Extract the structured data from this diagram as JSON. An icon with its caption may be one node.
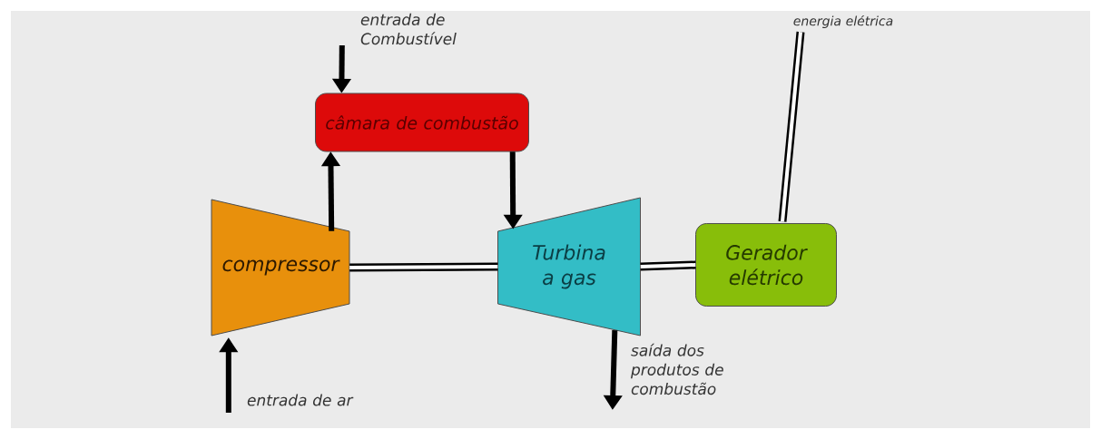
{
  "diagram": {
    "nodes": [
      {
        "text": [
          "compressor"
        ]
      },
      {
        "text": [
          "câmara de combustão"
        ]
      },
      {
        "text": [
          "Turbina a gas"
        ]
      },
      {
        "text": [
          "Gerador elétrico"
        ]
      },
      {
        "text": [
          "entrada de Combustível"
        ]
      },
      {
        "text": [
          "entrada de ar"
        ]
      },
      {
        "text": [
          "saída dos produtos de combustão"
        ]
      },
      {
        "text": [
          "energia elétrica"
        ]
      }
    ],
    "edges": [
      {
        "from": 4,
        "to": 1,
        "arrow": "to"
      },
      {
        "from": 0,
        "to": 1,
        "arrow": "to"
      },
      {
        "from": 1,
        "to": 2,
        "arrow": "to"
      },
      {
        "from": 5,
        "to": 0,
        "arrow": "to"
      },
      {
        "from": 2,
        "to": 6,
        "arrow": "to"
      },
      {
        "from": 0,
        "to": 2,
        "arrow": "none"
      },
      {
        "from": 2,
        "to": 3,
        "arrow": "none"
      },
      {
        "from": 3,
        "to": 7,
        "arrow": "none"
      }
    ]
  }
}
